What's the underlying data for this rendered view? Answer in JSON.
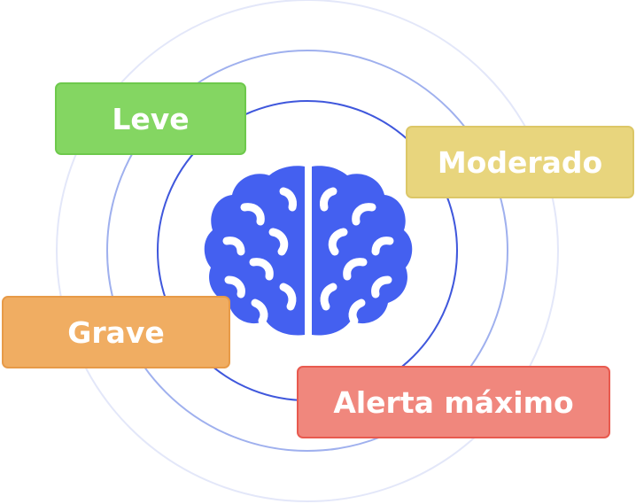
{
  "levels": {
    "leve": "Leve",
    "moderado": "Moderado",
    "grave": "Grave",
    "alerta": "Alerta máximo"
  },
  "colors": {
    "leve": "#84d662",
    "moderado": "#e8d57d",
    "grave": "#f0ad62",
    "alerta": "#f0877d",
    "brain": "#4460f0",
    "ring_inner": "#3f57dc",
    "ring_middle": "#9fb0ee",
    "ring_outer": "#e3e7f9"
  },
  "icons": {
    "center": "brain-icon"
  }
}
